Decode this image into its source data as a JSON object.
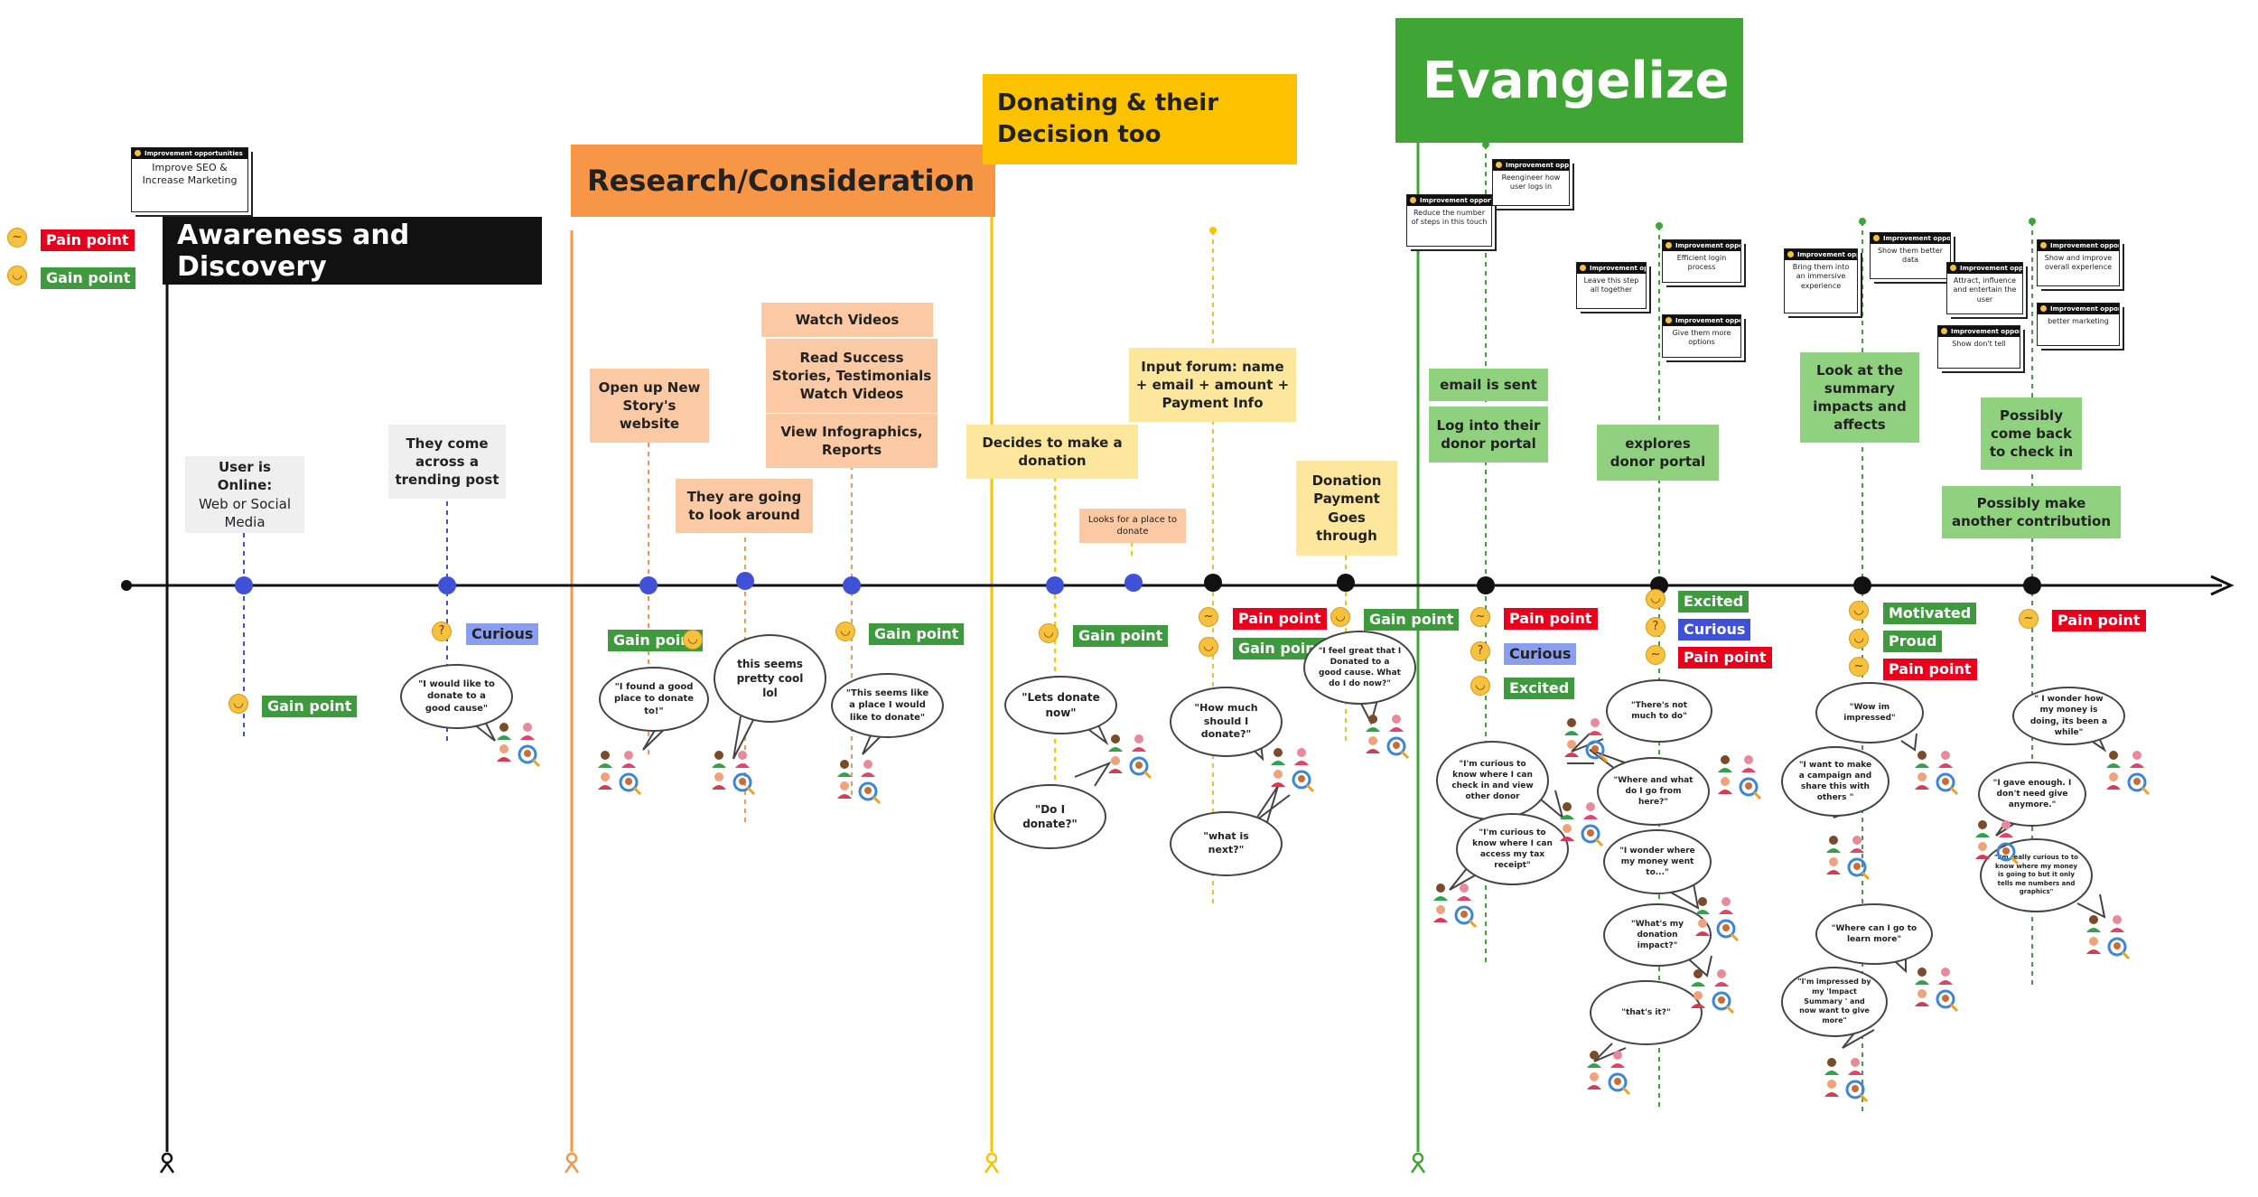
{
  "legend": {
    "pain": "Pain point",
    "gain": "Gain point"
  },
  "phases": {
    "awareness": "Awareness and Discovery",
    "research": "Research/Consideration",
    "donating": "Donating & their Decision too",
    "evangelize": "Evangelize"
  },
  "steps": {
    "user_online_bold": "User is  Online:",
    "user_online_rest": "Web or Social Media",
    "trending": "They come across a trending post",
    "open_story": "Open up New Story's website",
    "look_around": "They are going to look around",
    "watch_videos": "Watch Videos",
    "success_stories": "Read Success Stories, Testimonials Watch Videos",
    "infographics": "View Infographics, Reports",
    "decides": "Decides to make a donation",
    "looks_place": "Looks for a place to donate",
    "input_forum": "Input forum: name + email + amount + Payment Info",
    "payment_through": "Donation Payment Goes through",
    "email_sent": "email is sent",
    "log_portal": "Log into their donor portal",
    "explores": "explores donor portal",
    "summary": "Look at the summary impacts and affects",
    "come_back": "Possibly come back to check in",
    "another": "Possibly make another contribution"
  },
  "notes": {
    "title": "Improvement opportunities",
    "seo": "Improve SEO & Increase Marketing",
    "reduce": "Reduce the number of steps in this touch",
    "reengineer": "Reengineer how user logs in",
    "leave": "Leave this step all together",
    "efficient": "Efficient login process",
    "give_more": "Give them more options",
    "immersive": "Bring them into an immersive experience",
    "better_data": "Show them better data",
    "attract": "Attract, influence and entertain the user",
    "dont_tell": "Show don't tell",
    "overall": "Show and improve overall experience",
    "better_marketing": "better marketing"
  },
  "emotions": {
    "curious": "Curious",
    "excited": "Excited",
    "motivated": "Motivated",
    "proud": "Proud"
  },
  "quotes": {
    "q1": "\"I would like to donate to a good cause\"",
    "q2": "\"I found a good place to donate to!\"",
    "q3": "this seems pretty cool lol",
    "q4": "\"This seems like a place I would like to donate\"",
    "q5": "\"Lets donate now\"",
    "q6": "\"Do I donate?\"",
    "q7": "\"How much should I donate?\"",
    "q8": "\"what is next?\"",
    "q9": "\"I feel great that I Donated to a good cause. What do I do now?\"",
    "q10": "\"I'm curious to know where I can check in and view other donor",
    "q11": "\"I'm curious to know where I can access my tax receipt\"",
    "q12": "\"There's not much to do\"",
    "q13": "\"Where and what do I go from here?\"",
    "q14": "\"I wonder where my money went to...\"",
    "q15": "\"What's my donation impact?\"",
    "q16": "\"that's it?\"",
    "q17": "\"Wow im impressed\"",
    "q18": "\"I want to make a campaign and share this with others \"",
    "q19": "\"Where can I go to learn more\"",
    "q20": "\"I'm impressed by my 'Impact Summary ' and now want to give more\"",
    "q21": "\" I wonder how my money is doing, its been a while\"",
    "q22": "\"I gave enough. I don't need give anymore.\"",
    "q23": "\"I'm really curious to to know where my money is going to but it only tells me numbers and graphics\""
  },
  "colors": {
    "black": "#111111",
    "orange": "#f79646",
    "yellow": "#fcc200",
    "green": "#3fa535",
    "pain": "#e8001c",
    "gain": "#3d9a3d",
    "curious": "#8a9df0",
    "blue_dot": "#3f51d6"
  }
}
